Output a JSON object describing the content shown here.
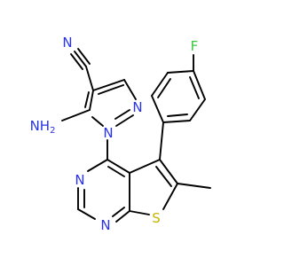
{
  "colors": {
    "bond": "#000000",
    "nitrogen": "#2832e6",
    "sulfur": "#c8b400",
    "fluorine": "#3cc83c",
    "background": "#ffffff"
  },
  "atoms": {
    "nitrile_n": "N",
    "amino": "NH",
    "amino_sub": "2",
    "pyrazole_n2": "N",
    "pyrazole_n1": "N",
    "pyrimidine_n3": "N",
    "pyrimidine_n1": "N",
    "thiophene_s": "S",
    "fluoro": "F"
  }
}
